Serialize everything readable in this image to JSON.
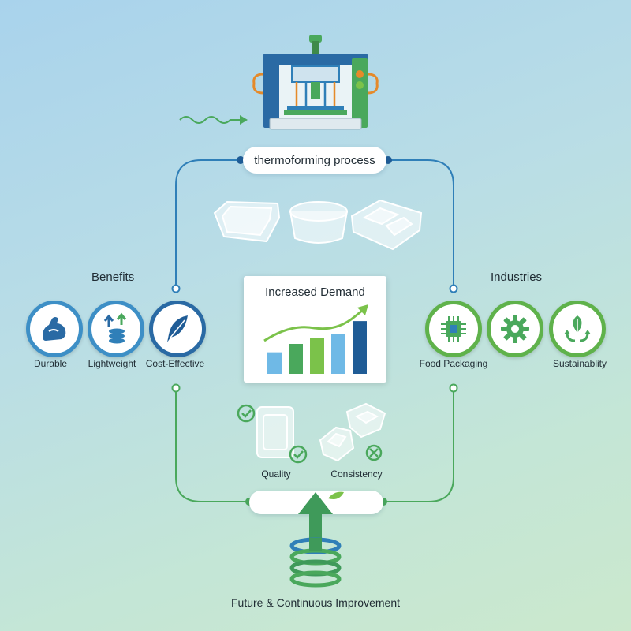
{
  "process": {
    "label": "thermoforming process"
  },
  "benefits": {
    "title": "Benefits",
    "items": [
      {
        "label": "Durable",
        "icon": "flexed-arm-icon"
      },
      {
        "label": "Lightweight",
        "icon": "stacked-weight-icon"
      },
      {
        "label": "Cost-Effective",
        "icon": "feather-icon"
      }
    ]
  },
  "industries": {
    "title": "Industries",
    "items": [
      {
        "label": "Food Packaging",
        "icon": "microchip-icon"
      },
      {
        "label": "",
        "icon": "gear-icon"
      },
      {
        "label": "Sustainablity",
        "icon": "leaf-recycle-icon"
      }
    ]
  },
  "demand": {
    "title": "Increased Demand",
    "bar_colors": [
      "#6fb9e6",
      "#4aa85c",
      "#7bc24a",
      "#6fb9e6",
      "#1f5c96"
    ],
    "bar_levels": [
      0.36,
      0.5,
      0.6,
      0.66,
      0.88
    ],
    "trend_color": "#7bc24a"
  },
  "checks": {
    "quality": "Quality",
    "consistency": "Consistency"
  },
  "footer": {
    "title": "Future & Continuous Improvement"
  },
  "colors": {
    "blue": "#2f7fb8",
    "green": "#4aa85c",
    "dark_blue": "#1f5c96"
  }
}
